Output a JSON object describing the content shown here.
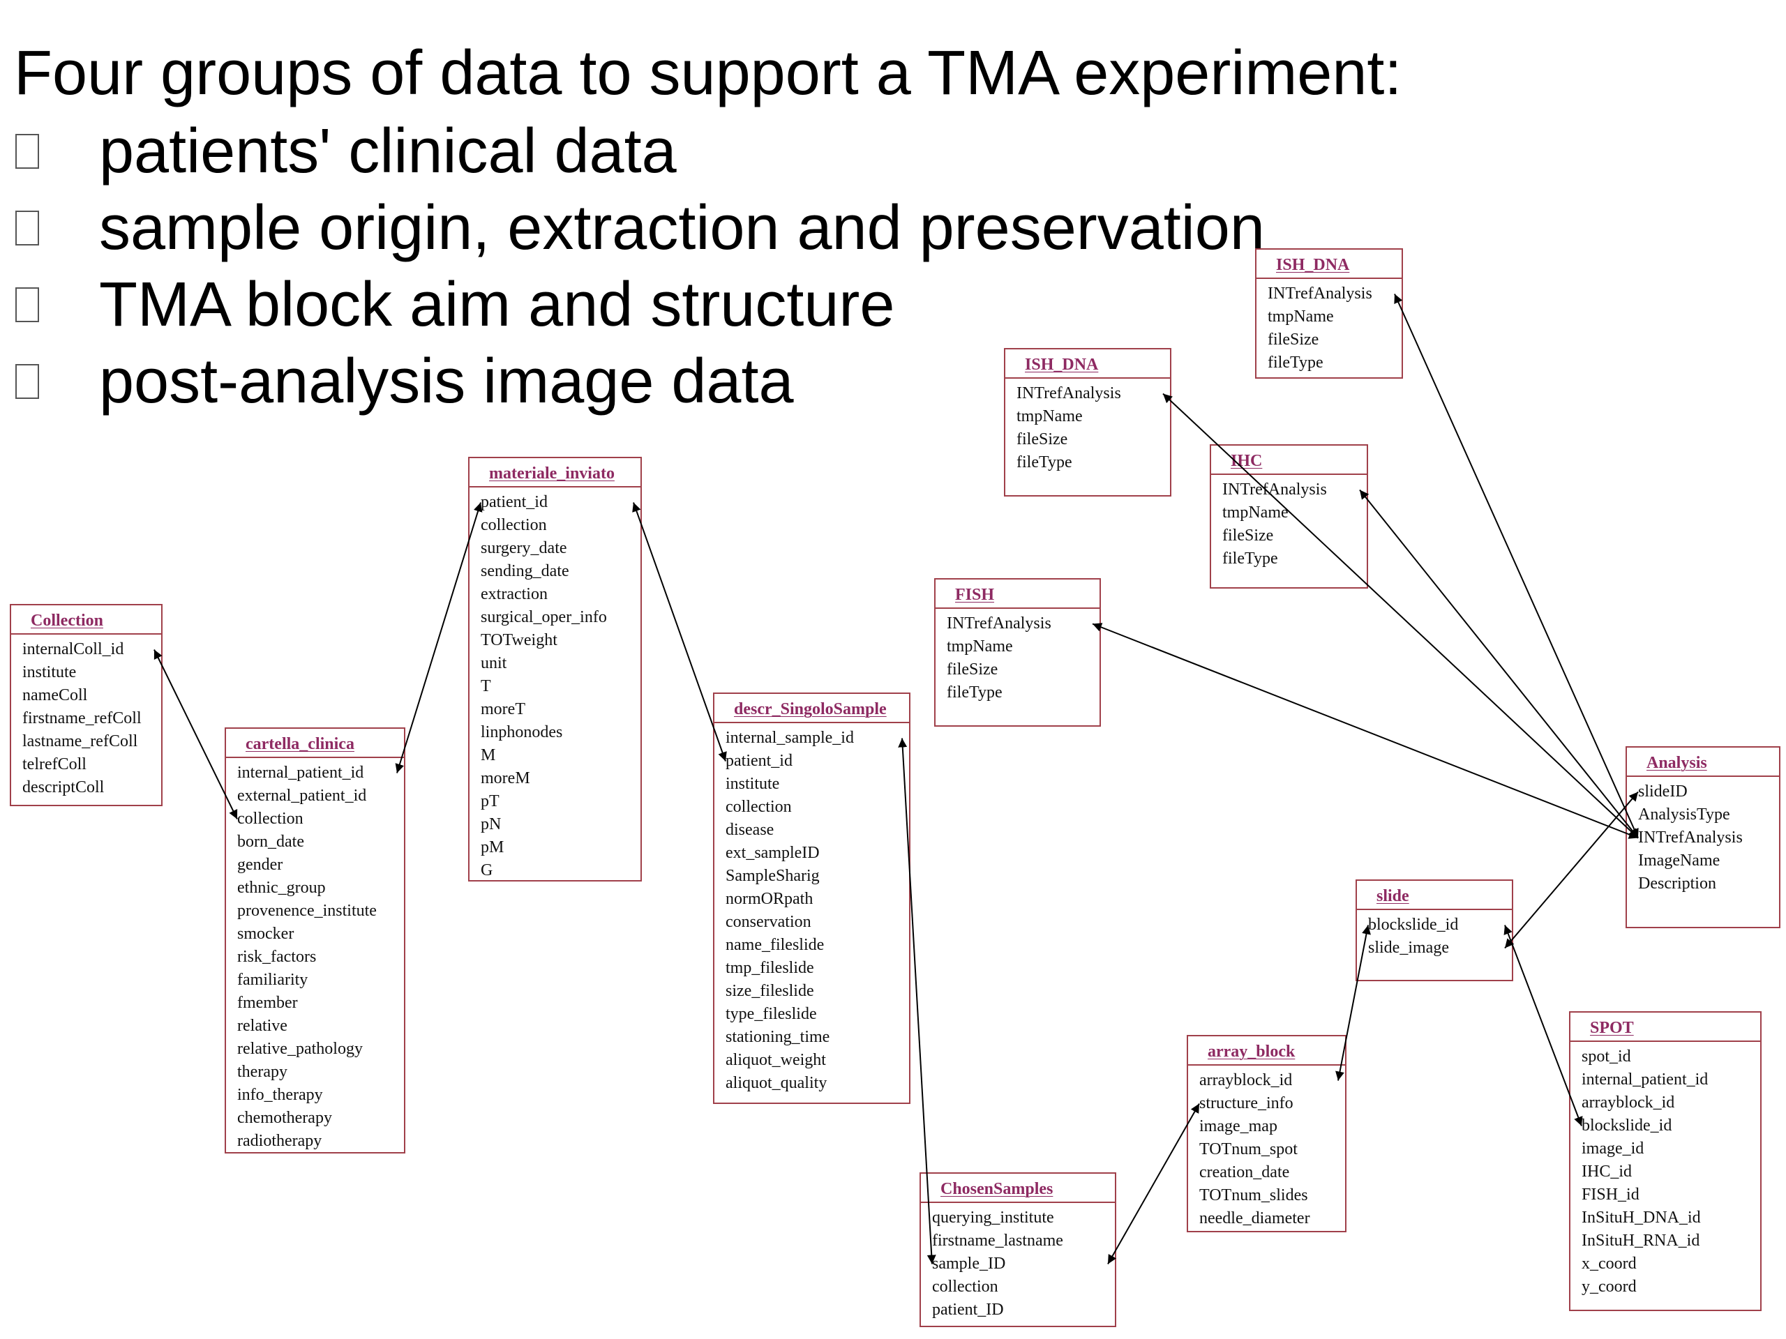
{
  "title": "Four groups of data to support a TMA experiment:",
  "bullets": [
    "patients' clinical data",
    "sample origin, extraction and preservation",
    "TMA block aim and structure",
    "post-analysis image data"
  ],
  "tables": [
    {
      "name": "Collection",
      "fields": [
        "internalColl_id",
        "institute",
        "nameColl",
        "firstname_refColl",
        "lastname_refColl",
        "telrefColl",
        "descriptColl"
      ]
    },
    {
      "name": "cartella_clinica",
      "fields": [
        "internal_patient_id",
        "external_patient_id",
        "collection",
        "born_date",
        "gender",
        "ethnic_group",
        "provenence_institute",
        "smocker",
        "risk_factors",
        "familiarity",
        "fmember",
        "relative",
        "relative_pathology",
        "therapy",
        "info_therapy",
        "chemotherapy",
        "radiotherapy"
      ]
    },
    {
      "name": "materiale_inviato",
      "fields": [
        "patient_id",
        "collection",
        "surgery_date",
        "sending_date",
        "extraction",
        "surgical_oper_info",
        "TOTweight",
        "unit",
        "T",
        "moreT",
        "linphonodes",
        "M",
        "moreM",
        "pT",
        "pN",
        "pM",
        "G"
      ]
    },
    {
      "name": "descr_SingoloSample",
      "fields": [
        "internal_sample_id",
        "patient_id",
        "institute",
        "collection",
        "disease",
        "ext_sampleID",
        "SampleSharig",
        "normORpath",
        "conservation",
        "name_fileslide",
        "tmp_fileslide",
        "size_fileslide",
        "type_fileslide",
        "stationing_time",
        "aliquot_weight",
        "aliquot_quality"
      ]
    },
    {
      "name": "ChosenSamples",
      "fields": [
        "querying_institute",
        "firstname_lastname",
        "sample_ID",
        "collection",
        "patient_ID"
      ]
    },
    {
      "name": "array_block",
      "fields": [
        "arrayblock_id",
        "structure_info",
        "image_map",
        "TOTnum_spot",
        "creation_date",
        "TOTnum_slides",
        "needle_diameter"
      ]
    },
    {
      "name": "slide",
      "fields": [
        "blockslide_id",
        "slide_image"
      ]
    },
    {
      "name": "SPOT",
      "fields": [
        "spot_id",
        "internal_patient_id",
        "arrayblock_id",
        "blockslide_id",
        "image_id",
        "IHC_id",
        "FISH_id",
        "InSituH_DNA_id",
        "InSituH_RNA_id",
        "x_coord",
        "y_coord"
      ]
    },
    {
      "name": "Analysis",
      "fields": [
        "slideID",
        "AnalysisType",
        "INTrefAnalysis",
        "ImageName",
        "Description"
      ]
    },
    {
      "name": "FISH",
      "fields": [
        "INTrefAnalysis",
        "tmpName",
        "fileSize",
        "fileType"
      ]
    },
    {
      "name": "ISH_DNA",
      "fields": [
        "INTrefAnalysis",
        "tmpName",
        "fileSize",
        "fileType"
      ]
    },
    {
      "name": "IHC",
      "fields": [
        "INTrefAnalysis",
        "tmpName",
        "fileSize",
        "fileType"
      ]
    },
    {
      "name": "ISH_DNA",
      "fields": [
        "INTrefAnalysis",
        "tmpName",
        "fileSize",
        "fileType"
      ]
    }
  ],
  "links": [
    {
      "from": "Collection.internalColl_id",
      "to": "cartella_clinica.collection"
    },
    {
      "from": "cartella_clinica.internal_patient_id",
      "to": "materiale_inviato.patient_id"
    },
    {
      "from": "materiale_inviato.patient_id",
      "to": "descr_SingoloSample.patient_id"
    },
    {
      "from": "descr_SingoloSample.internal_sample_id",
      "to": "ChosenSamples.sample_ID"
    },
    {
      "from": "ChosenSamples.sample_ID",
      "to": "array_block.structure_info"
    },
    {
      "from": "array_block.arrayblock_id",
      "to": "slide.blockslide_id"
    },
    {
      "from": "slide.blockslide_id",
      "to": "SPOT.blockslide_id"
    },
    {
      "from": "slide.slide_image",
      "to": "Analysis.slideID"
    },
    {
      "from": "Analysis.INTrefAnalysis",
      "to": "FISH.INTrefAnalysis"
    },
    {
      "from": "Analysis.INTrefAnalysis",
      "to": "ISH_DNA.INTrefAnalysis"
    },
    {
      "from": "Analysis.INTrefAnalysis",
      "to": "IHC.INTrefAnalysis"
    },
    {
      "from": "Analysis.INTrefAnalysis",
      "to": "ISH_DNA.INTrefAnalysis"
    }
  ],
  "colors": {
    "table_border": "#a0404a",
    "table_title": "#8e2a62",
    "connector": "#000000"
  }
}
